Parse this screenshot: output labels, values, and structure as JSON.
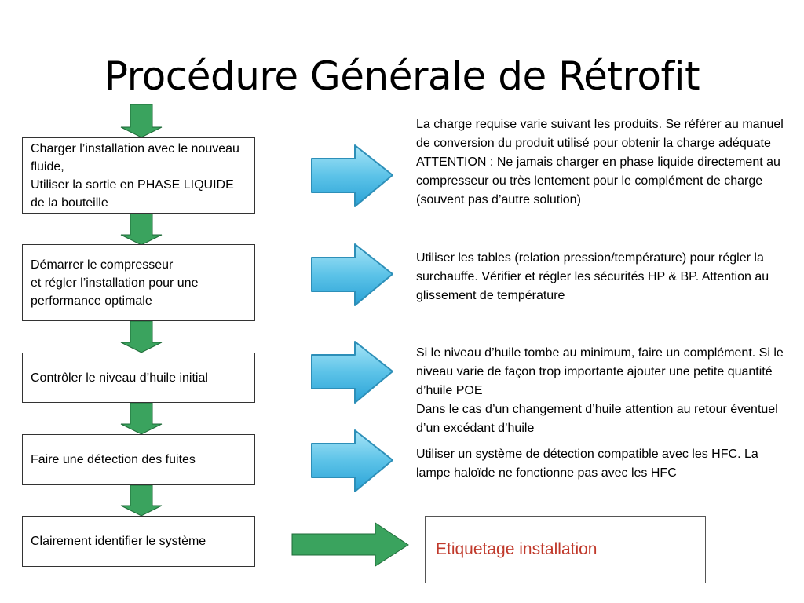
{
  "title": "Procédure Générale de Rétrofit",
  "colors": {
    "down_arrow_fill": "#3aa35e",
    "down_arrow_stroke": "#1f6b38",
    "blue_arrow_light": "#a9e5f7",
    "blue_arrow_dark": "#2aa2d6",
    "blue_arrow_stroke": "#2d8fb8",
    "label_red": "#c0392b"
  },
  "steps": [
    {
      "text": "Charger l’installation avec le nouveau fluide,\n Utiliser la sortie en PHASE LIQUIDE de la bouteille"
    },
    {
      "text": "Démarrer le compresseur\net régler l’installation pour une performance optimale"
    },
    {
      "text": "Contrôler le niveau d’huile initial"
    },
    {
      "text": "Faire une détection des fuites"
    },
    {
      "text": "Clairement identifier le système"
    }
  ],
  "notes": [
    {
      "text": "La charge requise varie suivant les produits. Se référer au manuel de conversion du produit utilisé pour obtenir la charge adéquate\nATTENTION : Ne jamais charger en phase liquide directement au compresseur ou très lentement pour le complément de charge (souvent pas d’autre solution)"
    },
    {
      "text": "Utiliser les tables (relation pression/température) pour régler la surchauffe. Vérifier et régler les sécurités HP & BP. Attention au glissement de température"
    },
    {
      "text": "Si le niveau d’huile tombe au minimum, faire un complément. Si le niveau varie de façon trop importante ajouter une petite quantité d’huile POE\nDans le cas d’un changement d’huile attention au retour éventuel d’un excédant d’huile"
    },
    {
      "text": "Utiliser un système de détection compatible avec les HFC. La lampe haloïde ne fonctionne pas avec les HFC"
    }
  ],
  "final_label": "Etiquetage installation"
}
